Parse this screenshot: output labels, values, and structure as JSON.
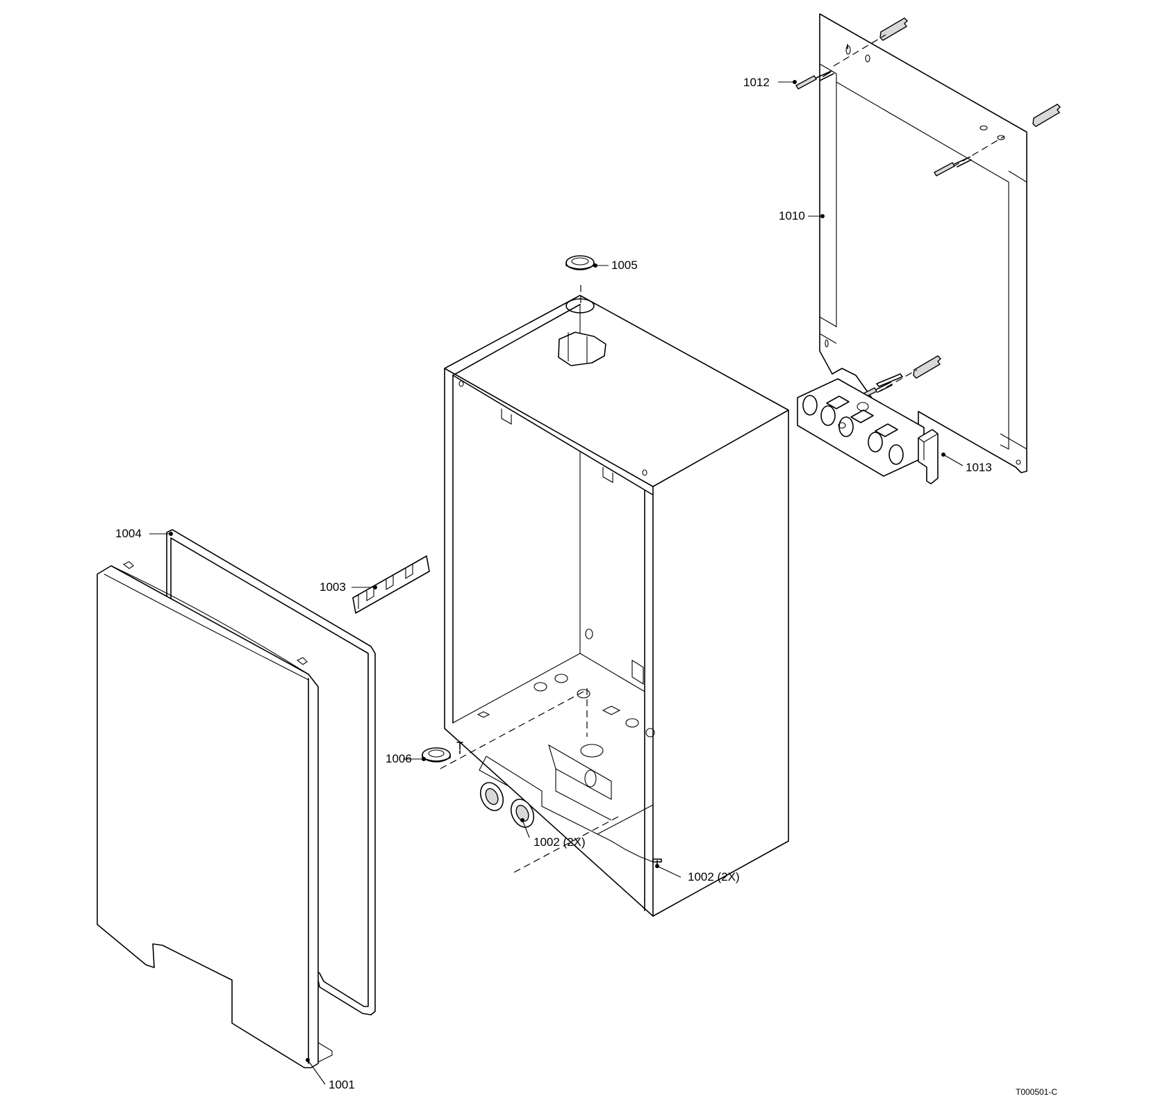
{
  "callouts": [
    {
      "id": "1001",
      "text": "1001"
    },
    {
      "id": "1002a",
      "text": "1002 (2X)"
    },
    {
      "id": "1002b",
      "text": "1002 (2X)"
    },
    {
      "id": "1003",
      "text": "1003"
    },
    {
      "id": "1004",
      "text": "1004"
    },
    {
      "id": "1005",
      "text": "1005"
    },
    {
      "id": "1006",
      "text": "1006"
    },
    {
      "id": "1010",
      "text": "1010"
    },
    {
      "id": "1012",
      "text": "1012"
    },
    {
      "id": "1013",
      "text": "1013"
    }
  ],
  "drawing_id": "T000501-C"
}
